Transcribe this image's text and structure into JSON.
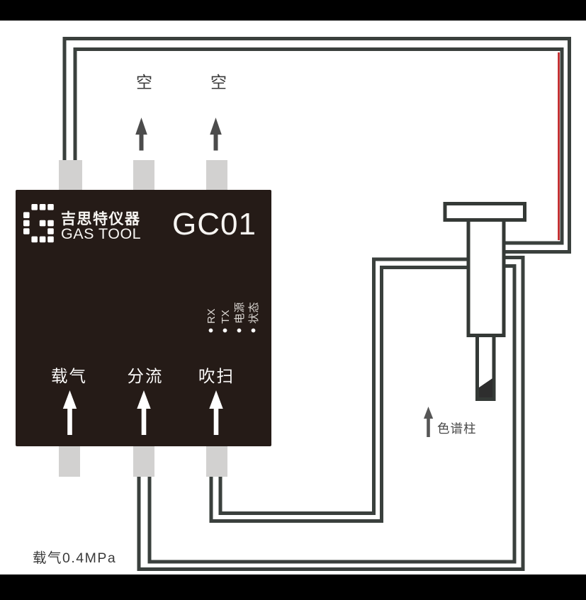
{
  "colors": {
    "background": "#ffffff",
    "frame_bar": "#000000",
    "tube_line": "#3a403d",
    "red_capillary": "#c01d20",
    "port_stub": "#d2d1d0",
    "device_body": "#251b17",
    "device_text": "#f7f5f2",
    "indicator_text": "#dcd8d4",
    "diagram_text": "#3a3a3a",
    "gray_arrow": "#4c4c4c",
    "syringe_outline": "#343936",
    "needle_tip": "#2e2e2e"
  },
  "device": {
    "model": "GC01",
    "brand_cn": "吉思特仪器",
    "brand_en": "GAS TOOL",
    "indicators": [
      "RX",
      "TX",
      "电源",
      "状态"
    ],
    "gas_ports": [
      "载气",
      "分流",
      "吹扫"
    ]
  },
  "vents": {
    "left": "空",
    "right": "空"
  },
  "annotations": {
    "column": "色谱柱",
    "carrier_pressure": "载气0.4MPa"
  }
}
